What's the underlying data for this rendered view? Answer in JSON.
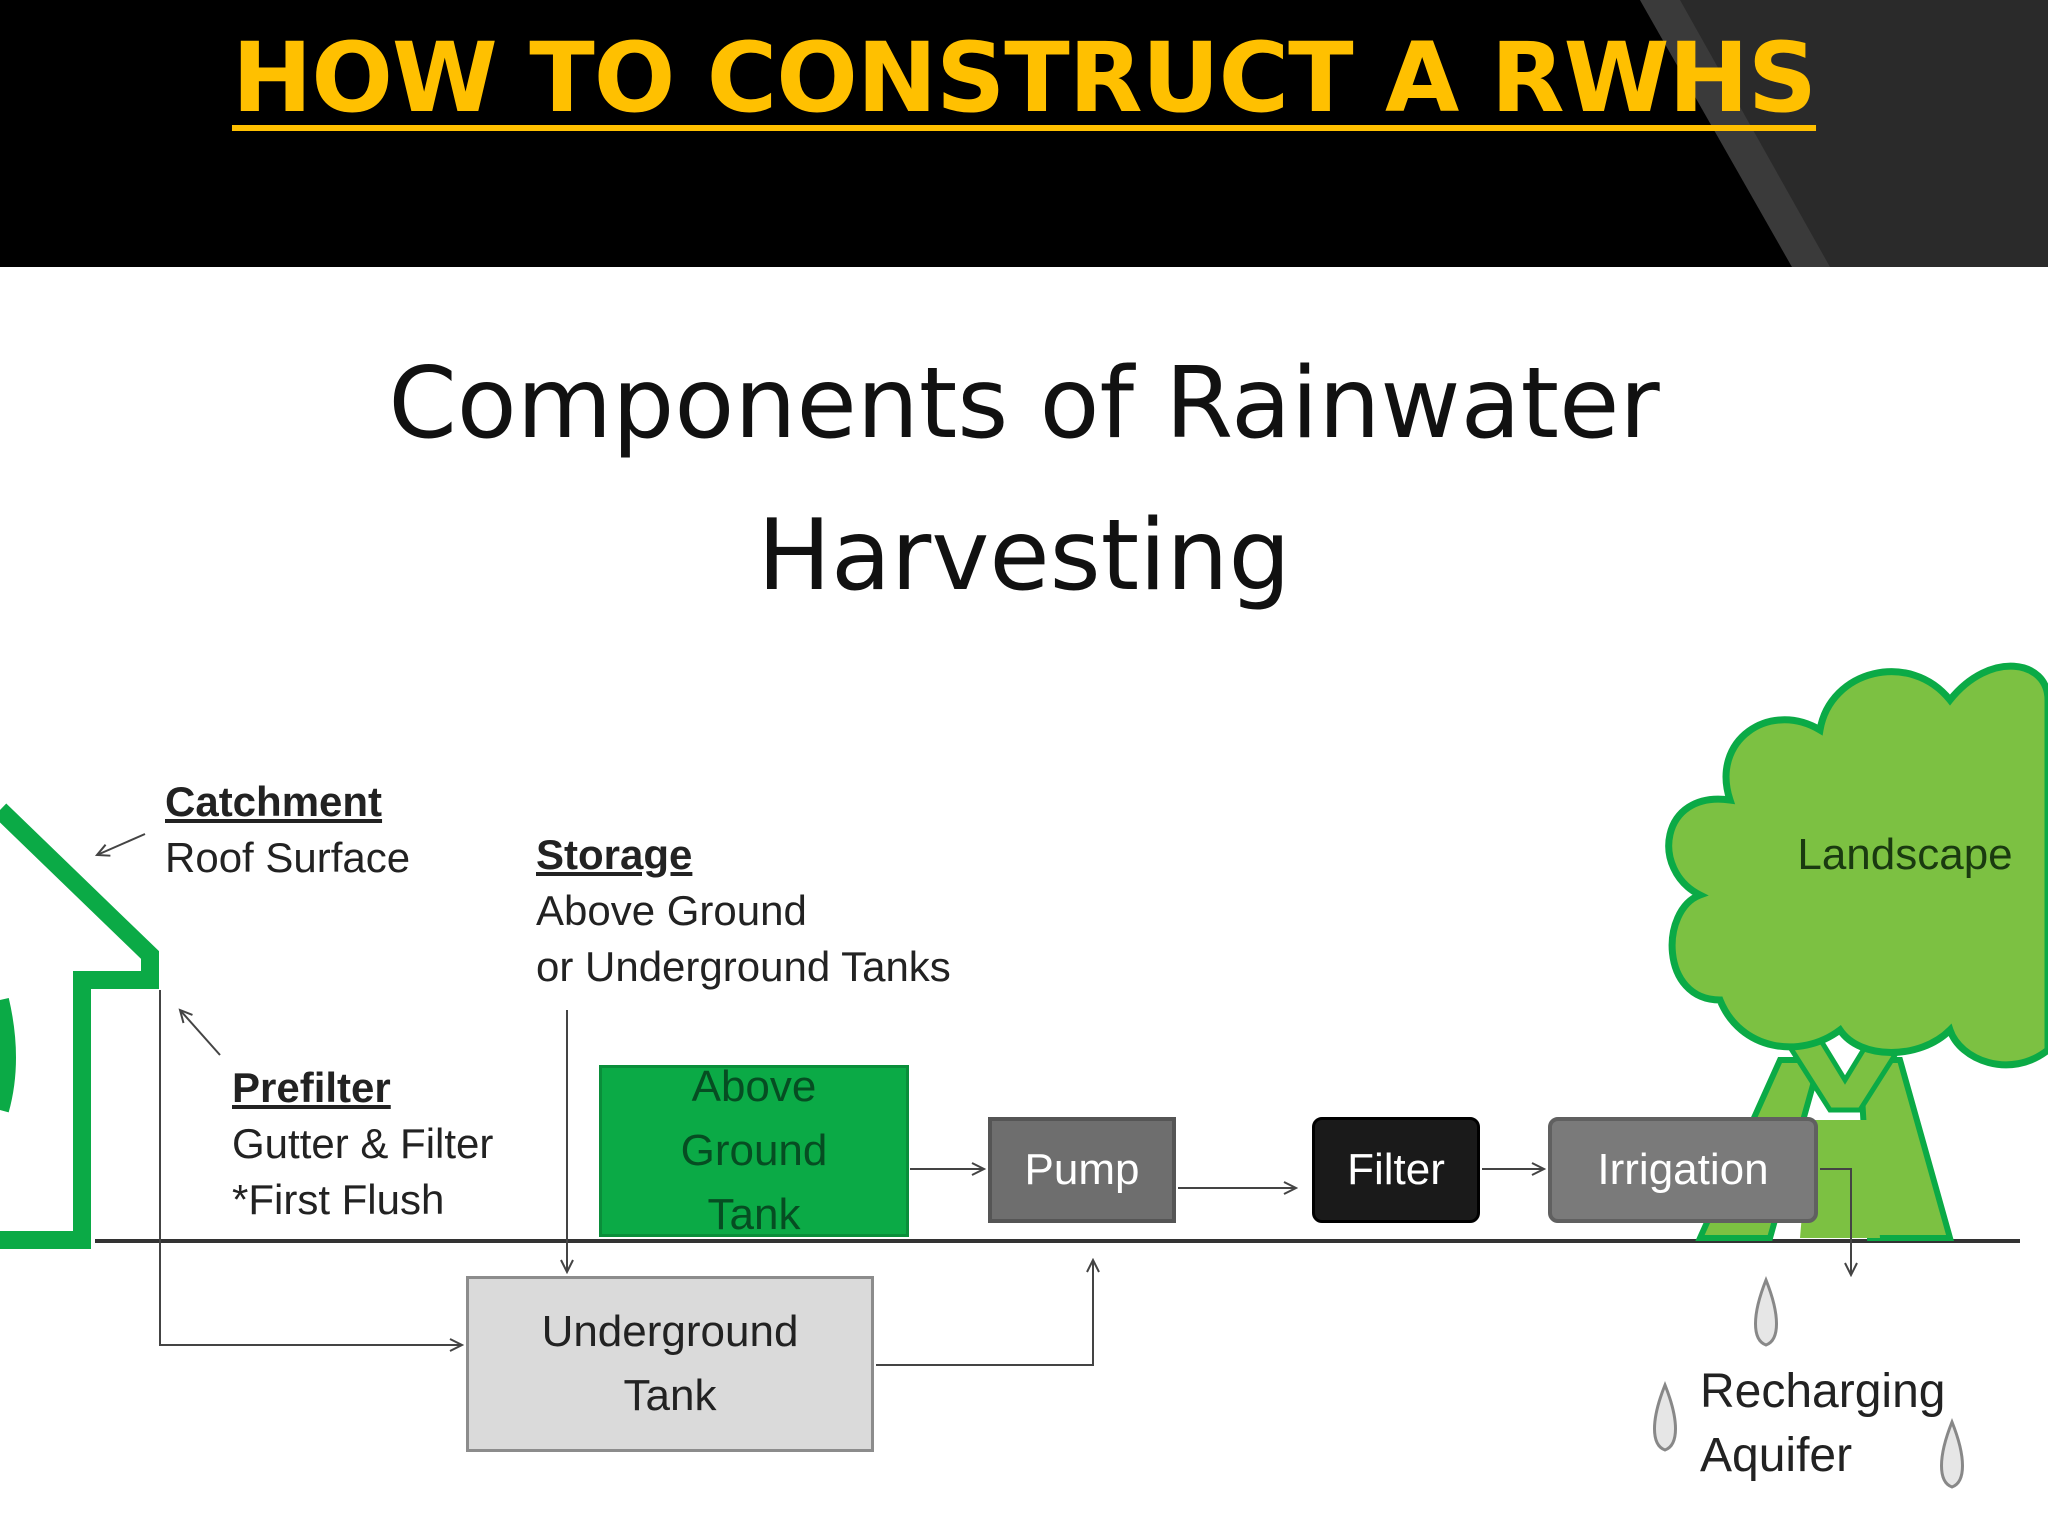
{
  "header": {
    "title": "HOW TO CONSTRUCT A RWHS",
    "title_color": "#FFC000",
    "background": "#000000"
  },
  "diagram": {
    "title_line1": "Components of Rainwater",
    "title_line2": "Harvesting",
    "colors": {
      "green": "#0BAA46",
      "tree_green": "#7CC142",
      "gray": "#6E6E6E",
      "dark": "#1a1a1a",
      "light_gray": "#DADADA"
    },
    "labels": {
      "catchment": {
        "heading": "Catchment",
        "line1": "Roof Surface"
      },
      "storage": {
        "heading": "Storage",
        "line1": "Above Ground",
        "line2": "or Underground Tanks"
      },
      "prefilter": {
        "heading": "Prefilter",
        "line1": "Gutter & Filter",
        "line2": "*First Flush"
      }
    },
    "boxes": {
      "above_ground": {
        "line1": "Above",
        "line2": "Ground",
        "line3": "Tank"
      },
      "pump": "Pump",
      "filter": "Filter",
      "irrigation": "Irrigation",
      "underground": {
        "line1": "Underground",
        "line2": "Tank"
      }
    },
    "landscape": "Landscape",
    "recharging": {
      "line1": "Recharging",
      "line2": "Aquifer"
    },
    "icons": [
      "house-icon",
      "tree-icon",
      "water-drop-icon",
      "arrow-icon"
    ]
  }
}
